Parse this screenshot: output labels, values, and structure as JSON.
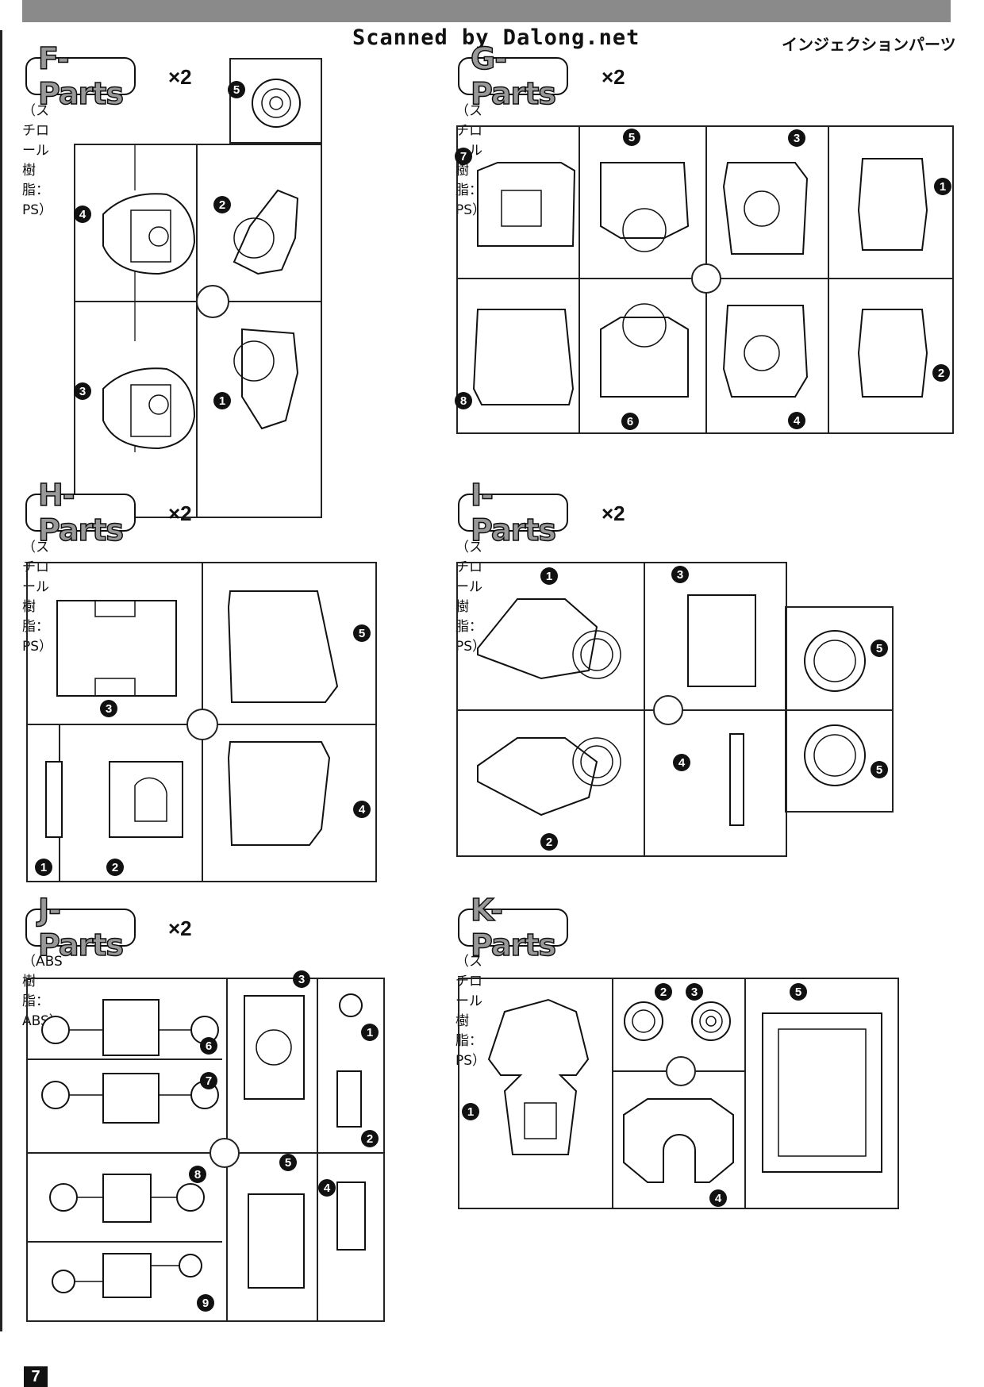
{
  "header": {
    "watermark": "Scanned by Dalong.net",
    "section_title": "インジェクションパーツ"
  },
  "page_number": "7",
  "sections": {
    "F": {
      "title": "F-Parts",
      "multiplier": "×2",
      "material": "（スチロール樹脂：PS）",
      "labels": [
        "1",
        "2",
        "3",
        "4",
        "5"
      ]
    },
    "G": {
      "title": "G-Parts",
      "multiplier": "×2",
      "material": "（スチロール樹脂：PS）",
      "labels": [
        "1",
        "2",
        "3",
        "4",
        "5",
        "6",
        "7",
        "8"
      ]
    },
    "H": {
      "title": "H-Parts",
      "multiplier": "×2",
      "material": "（スチロール樹脂：PS）",
      "labels": [
        "1",
        "2",
        "3",
        "4",
        "5"
      ]
    },
    "I": {
      "title": "I-Parts",
      "multiplier": "×2",
      "material": "（スチロール樹脂：PS）",
      "labels": [
        "1",
        "2",
        "3",
        "4",
        "5",
        "5"
      ]
    },
    "J": {
      "title": "J-Parts",
      "multiplier": "×2",
      "material": "（ABS樹脂：ABS）",
      "labels": [
        "1",
        "2",
        "3",
        "4",
        "5",
        "6",
        "7",
        "8",
        "9"
      ]
    },
    "K": {
      "title": "K-Parts",
      "multiplier": "",
      "material": "（スチロール樹脂：PS）",
      "labels": [
        "1",
        "2",
        "3",
        "4",
        "5"
      ]
    }
  }
}
